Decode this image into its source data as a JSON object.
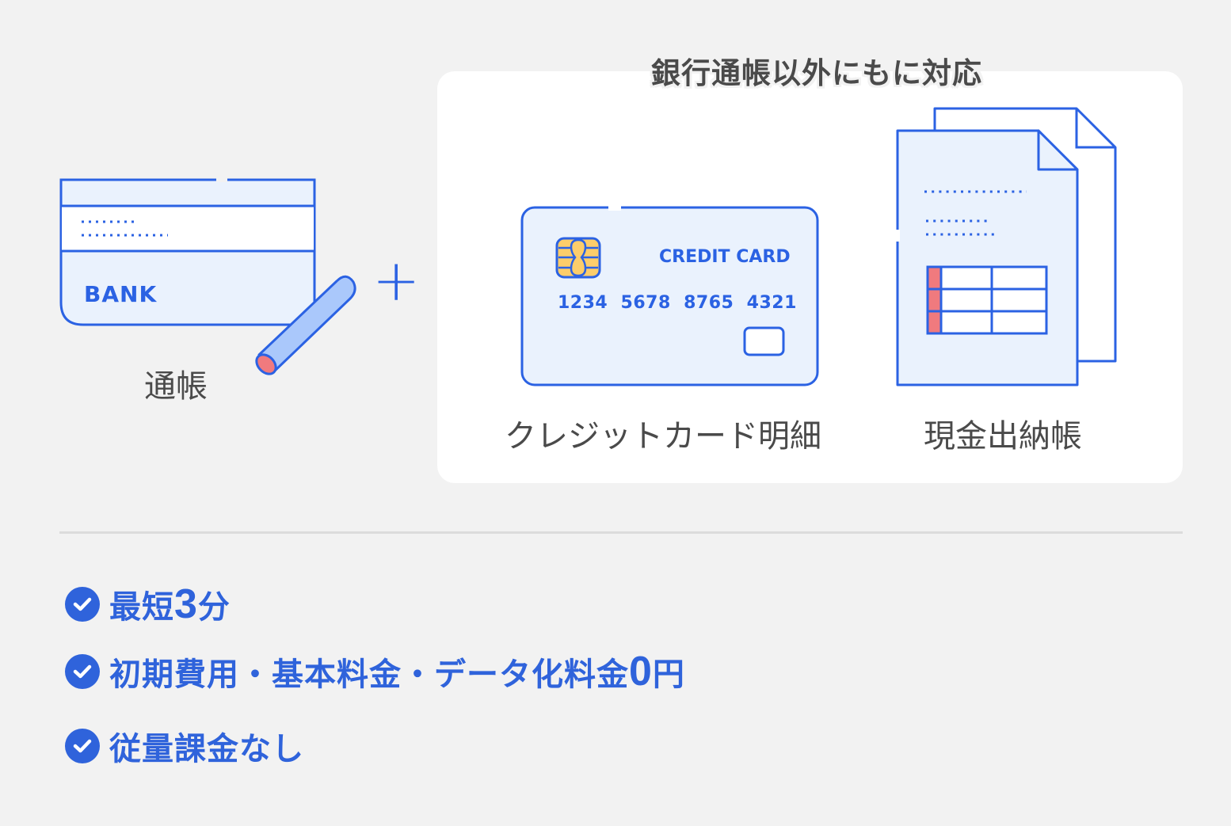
{
  "top": {
    "panel_title": "銀行通帳以外にもに対応",
    "bankbook": {
      "card_text": "BANK",
      "caption": "通帳"
    },
    "plus_symbol": "+",
    "credit_card": {
      "brand_text": "CREDIT CARD",
      "number": "1234  5678  8765  4321",
      "caption": "クレジットカード明細"
    },
    "cash_book": {
      "caption": "現金出納帳"
    }
  },
  "features": [
    {
      "text_before": "最短",
      "number": "3",
      "text_after": "分"
    },
    {
      "text_before": "初期費用・基本料金・データ化料金",
      "number": "0",
      "text_after": "円"
    },
    {
      "text_before": "従量課金なし",
      "number": "",
      "text_after": ""
    }
  ],
  "colors": {
    "background": "#f2f2f2",
    "panel": "#ffffff",
    "accent_blue": "#2b62e3",
    "feature_blue": "#2f63db",
    "light_fill": "#eaf2fd",
    "chip_yellow": "#fccd6b",
    "accent_red": "#f07a7e",
    "pen_blue": "#aac8fb",
    "text_gray": "#4a4a4a",
    "divider": "#dcdcdc"
  }
}
